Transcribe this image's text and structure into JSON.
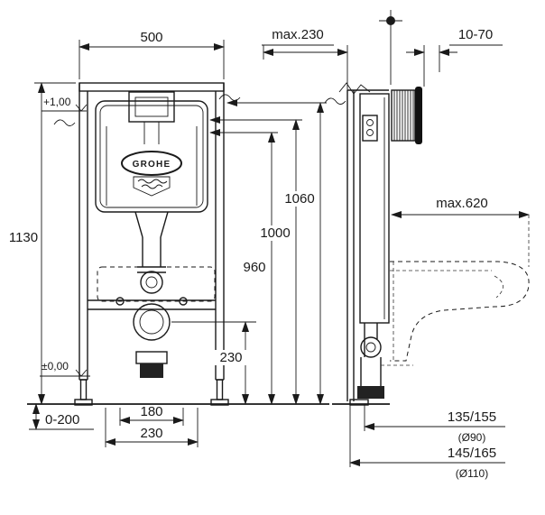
{
  "brand": "GROHE",
  "dims": {
    "front_width": "500",
    "front_height": "1130",
    "level_plus": "+1,00",
    "level_zero": "±0,00",
    "foot_adjust": "0-200",
    "bolt_spacing": "180",
    "bottom_width": "230",
    "outlet_height": "230",
    "h_960": "960",
    "h_1000": "1000",
    "h_1060": "1060",
    "max_depth_top": "max.230",
    "plate_range": "10-70",
    "max_projection": "max.620",
    "outlet_90": "135/155",
    "outlet_90_dia": "(Ø90)",
    "outlet_110": "145/165",
    "outlet_110_dia": "(Ø110)"
  }
}
